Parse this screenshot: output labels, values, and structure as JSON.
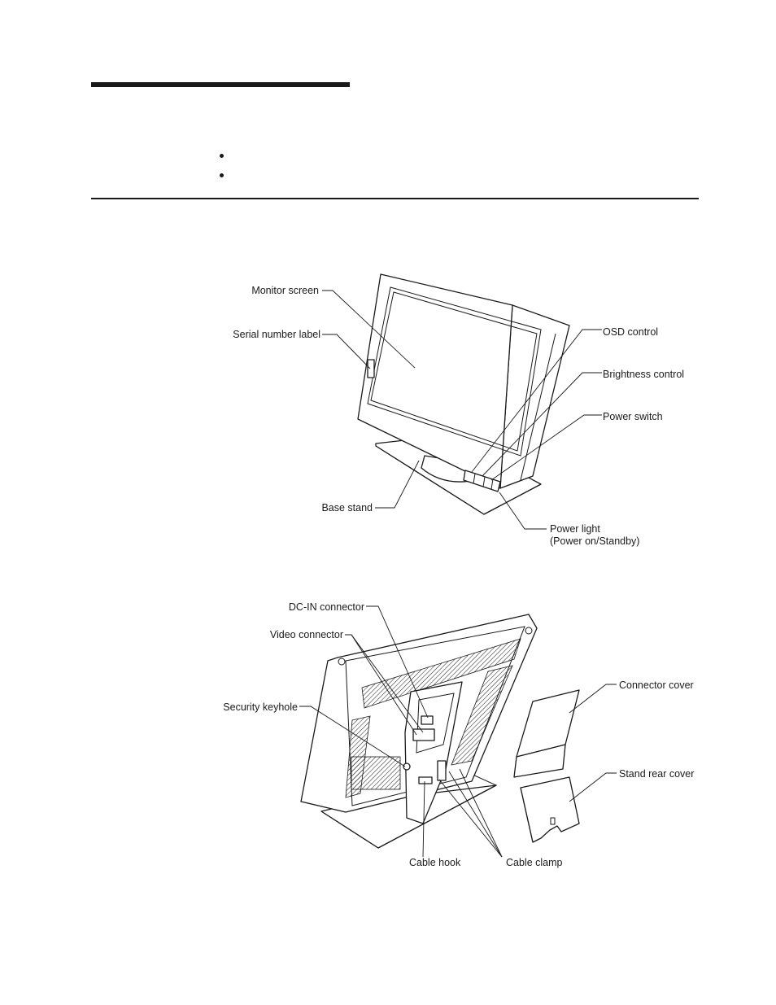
{
  "page": {
    "bullets": [
      "",
      ""
    ]
  },
  "figure_front": {
    "labels": {
      "monitor_screen": "Monitor screen",
      "serial_number_label": "Serial number label",
      "osd_control": "OSD control",
      "brightness_control": "Brightness control",
      "power_switch": "Power switch",
      "base_stand": "Base stand",
      "power_light_line1": "Power light",
      "power_light_line2": "(Power on/Standby)"
    }
  },
  "figure_rear": {
    "labels": {
      "dc_in_connector": "DC-IN connector",
      "video_connector": "Video connector",
      "security_keyhole": "Security keyhole",
      "connector_cover": "Connector cover",
      "stand_rear_cover": "Stand rear cover",
      "cable_hook": "Cable hook",
      "cable_clamp": "Cable clamp"
    }
  }
}
